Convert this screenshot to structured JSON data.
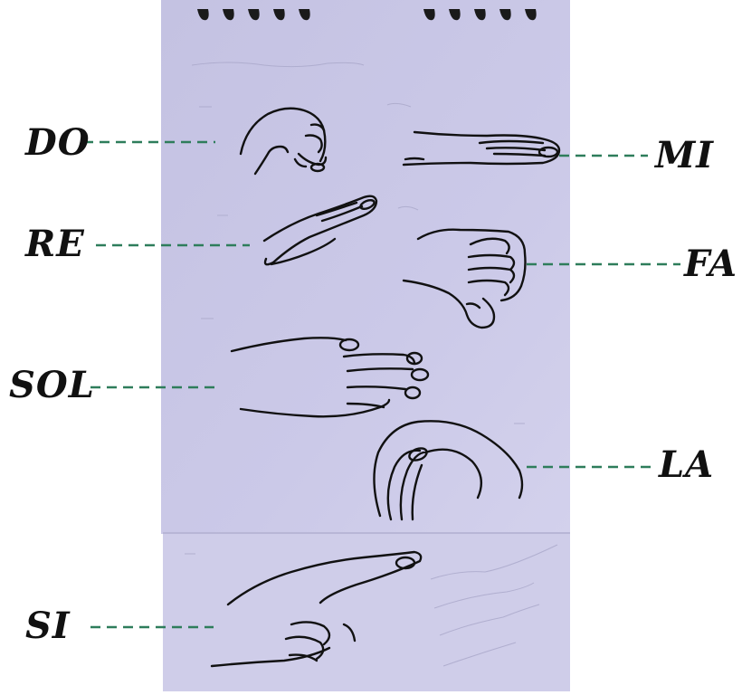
{
  "notes": {
    "do": "DO",
    "re": "RE",
    "mi": "MI",
    "fa": "FA",
    "sol": "SOL",
    "la": "LA",
    "si": "SI"
  },
  "colors": {
    "paper": "#c9c7e6",
    "paper_lower": "#cfcde8",
    "leader_line": "#2e7d5b",
    "ink": "#111111"
  }
}
